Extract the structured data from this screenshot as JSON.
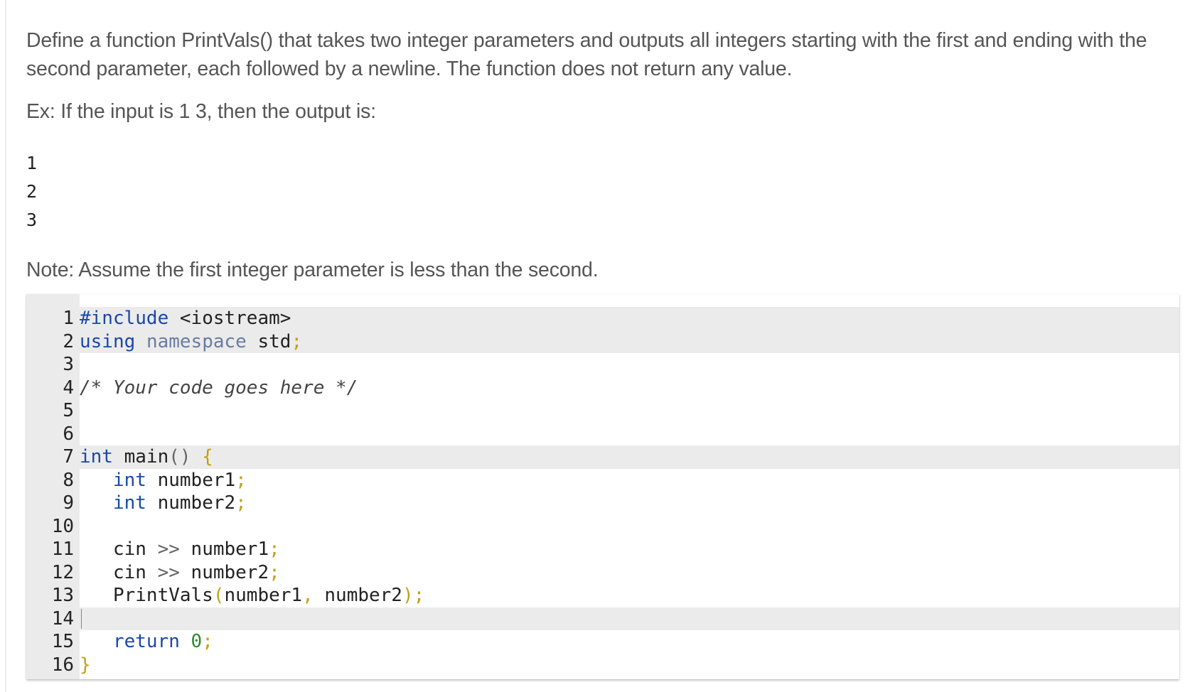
{
  "problem": {
    "description": "Define a function PrintVals() that takes two integer parameters and outputs all integers starting with the first and ending with the second parameter, each followed by a newline. The function does not return any value.",
    "example_intro": "Ex: If the input is 1 3, then the output is:",
    "example_output": [
      "1",
      "2",
      "3"
    ],
    "note": "Note: Assume the first integer parameter is less than the second."
  },
  "editor": {
    "line_numbers": [
      "1",
      "2",
      "3",
      "4",
      "5",
      "6",
      "7",
      "8",
      "9",
      "10",
      "11",
      "12",
      "13",
      "14",
      "15",
      "16"
    ],
    "active_line": 14,
    "code_lines": [
      "#include <iostream>",
      "using namespace std;",
      "",
      "/* Your code goes here */",
      "",
      "",
      "int main() {",
      "   int number1;",
      "   int number2;",
      "",
      "   cin >> number1;",
      "   cin >> number2;",
      "   PrintVals(number1, number2);",
      "",
      "   return 0;",
      "}"
    ]
  },
  "colors": {
    "keyword": "#1a48a8",
    "namespace_keyword": "#6a7ca0",
    "number_literal": "#2a8a2a",
    "punctuation": "#c2a016",
    "gutter_background": "#ebebeb",
    "prose_text": "#555555"
  }
}
